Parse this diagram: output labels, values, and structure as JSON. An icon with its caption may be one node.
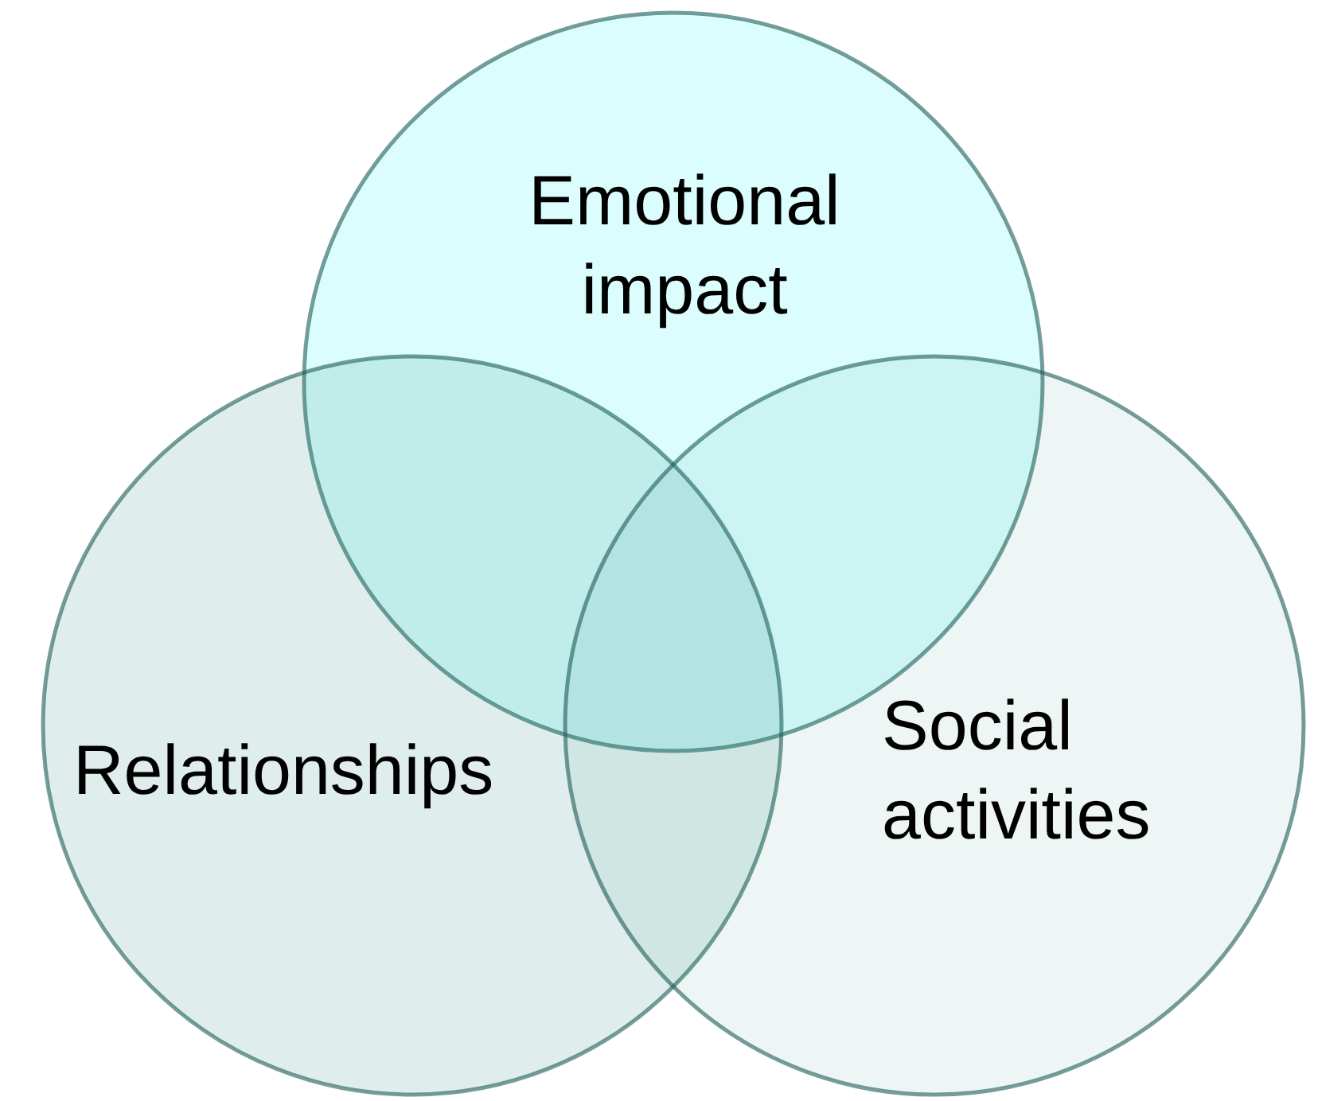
{
  "diagram": {
    "nodes": [
      {
        "text": [
          "Emotional impact"
        ]
      },
      {
        "text": [
          "Relationships"
        ]
      },
      {
        "text": [
          "Social activities"
        ]
      }
    ]
  }
}
